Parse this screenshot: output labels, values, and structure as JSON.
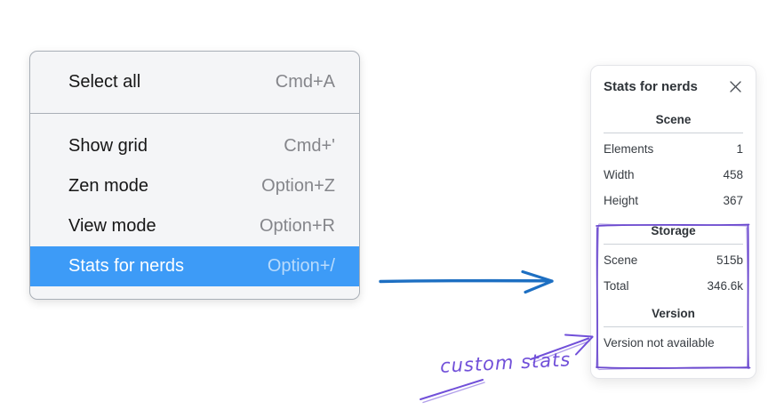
{
  "menu": {
    "sections": [
      {
        "items": [
          {
            "label": "Select all",
            "shortcut": "Cmd+A",
            "highlighted": false
          }
        ]
      },
      {
        "items": [
          {
            "label": "Show grid",
            "shortcut": "Cmd+'",
            "highlighted": false
          },
          {
            "label": "Zen mode",
            "shortcut": "Option+Z",
            "highlighted": false
          },
          {
            "label": "View mode",
            "shortcut": "Option+R",
            "highlighted": false
          },
          {
            "label": "Stats for nerds",
            "shortcut": "Option+/",
            "highlighted": true
          }
        ]
      }
    ]
  },
  "stats_panel": {
    "title": "Stats for nerds",
    "close_icon": "close-icon",
    "sections": [
      {
        "heading": "Scene",
        "rows": [
          {
            "label": "Elements",
            "value": "1"
          },
          {
            "label": "Width",
            "value": "458"
          },
          {
            "label": "Height",
            "value": "367"
          }
        ]
      },
      {
        "heading": "Storage",
        "rows": [
          {
            "label": "Scene",
            "value": "515b"
          },
          {
            "label": "Total",
            "value": "346.6k"
          }
        ]
      },
      {
        "heading": "Version",
        "note": "Version not available"
      }
    ]
  },
  "annotation": {
    "label": "custom stats"
  },
  "colors": {
    "menu_highlight": "#3d9bf7",
    "menu_background": "#f4f5f7",
    "arrow_blue": "#1d6fc2",
    "annotation_purple": "#7150d9"
  }
}
